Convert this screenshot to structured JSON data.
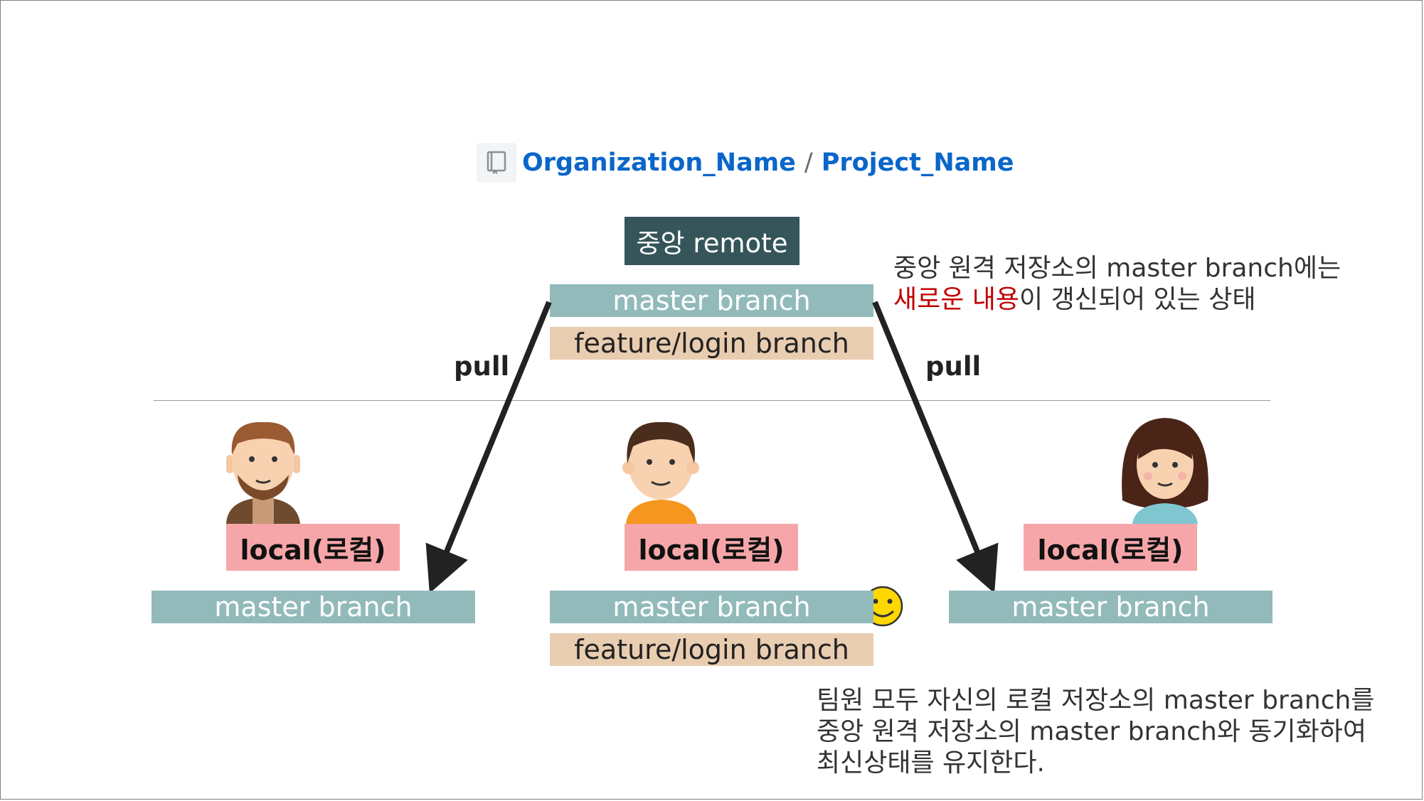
{
  "repo": {
    "organization": "Organization_Name",
    "separator": "/",
    "project": "Project_Name",
    "icon": "repo-book-icon"
  },
  "remote": {
    "label": "중앙 remote",
    "master_branch": "master branch",
    "feature_branch": "feature/login branch"
  },
  "pull_labels": {
    "left": "pull",
    "right": "pull"
  },
  "remote_note": {
    "line1": "중앙 원격 저장소의 master branch에는",
    "line2_highlight": "새로운 내용",
    "line2_rest": "이 갱신되어 있는 상태"
  },
  "locals": [
    {
      "label": "local(로컬)",
      "master_branch": "master branch",
      "avatar": "bearded-man-avatar"
    },
    {
      "label": "local(로컬)",
      "master_branch": "master branch",
      "feature_branch": "feature/login branch",
      "avatar": "boy-avatar",
      "badge": "smiley-icon"
    },
    {
      "label": "local(로컬)",
      "master_branch": "master branch",
      "avatar": "girl-avatar"
    }
  ],
  "bottom_note": {
    "line1": "팀원 모두 자신의 로컬 저장소의 master branch를",
    "line2": "중앙 원격 저장소의 master branch와 동기화하여",
    "line3": "최신상태를 유지한다."
  },
  "colors": {
    "remote_box": "#35555a",
    "master_bar": "#92babb",
    "feature_bar": "#e9cdb1",
    "local_box": "#f6a6a9",
    "link": "#0a66c9",
    "highlight": "#c00000"
  }
}
